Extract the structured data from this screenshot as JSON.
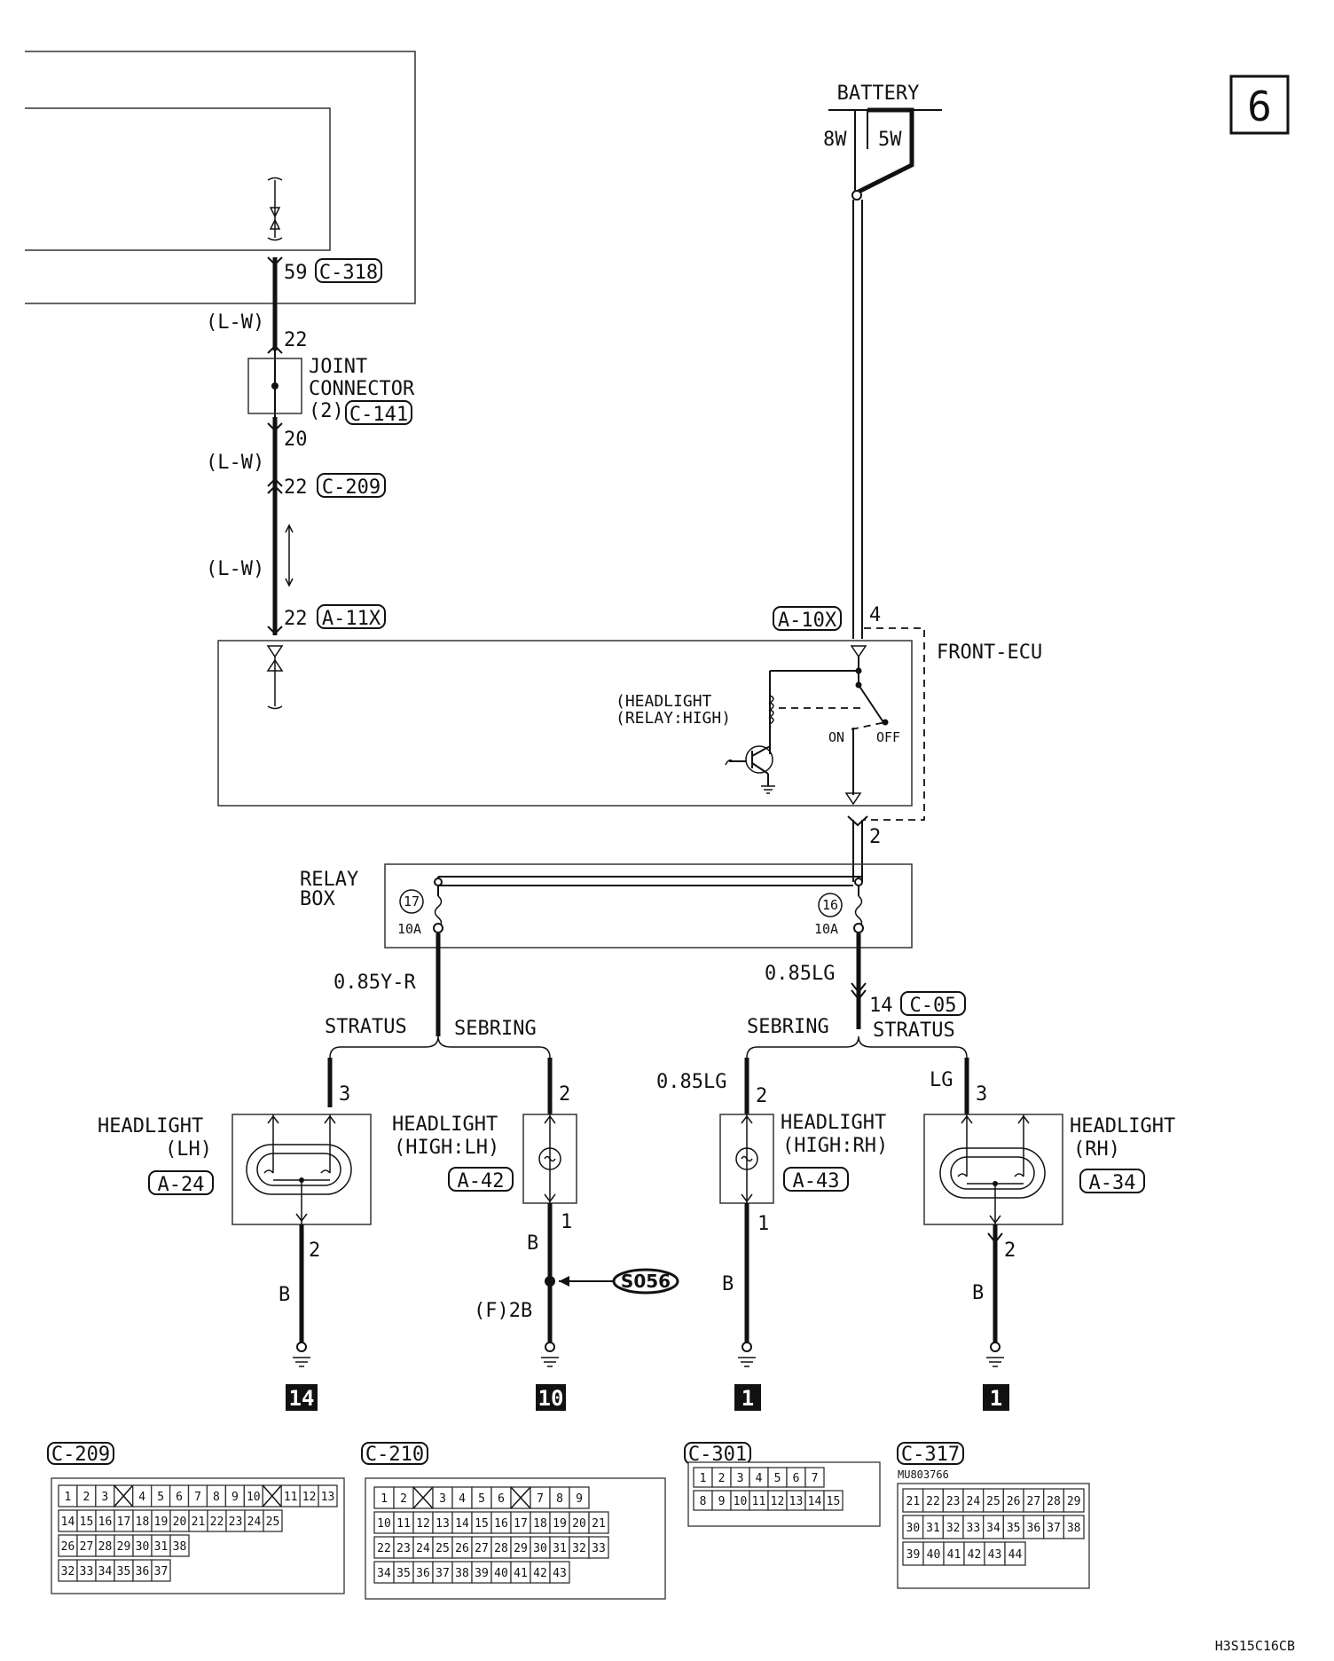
{
  "page_badge": "6",
  "footer_code": "H3S15C16CB",
  "battery": {
    "label": "BATTERY",
    "fuse_a": "8W",
    "fuse_b": "5W"
  },
  "top_block": {
    "pin": "59",
    "connector": "C-318"
  },
  "wire_lw": "(L-W)",
  "joint": {
    "line1": "JOINT",
    "line2": "CONNECTOR",
    "line3": "(2)",
    "connector": "C-141",
    "pin_top": "22",
    "pin_bottom": "20"
  },
  "c209_link": {
    "pin": "22",
    "connector": "C-209"
  },
  "a11x_link": {
    "pin": "22",
    "connector": "A-11X"
  },
  "a10x_link": {
    "connector": "A-10X",
    "pin": "4"
  },
  "front_ecu": {
    "label": "FRONT-ECU",
    "relay_line1": "(HEADLIGHT",
    "relay_line2": "(RELAY:HIGH)",
    "on": "ON",
    "off": "OFF",
    "out_pin": "2"
  },
  "relay_box": {
    "line1": "RELAY",
    "line2": "BOX",
    "fuse_left_no": "17",
    "fuse_left_amp": "10A",
    "fuse_right_no": "16",
    "fuse_right_amp": "10A"
  },
  "wires": {
    "left_main": "0.85Y-R",
    "right_main": "0.85LG",
    "right_branch": "0.85LG",
    "rh_branch": "LG",
    "ground": "B"
  },
  "c05_link": {
    "pin": "14",
    "connector": "C-05"
  },
  "split": {
    "stratus": "STRATUS",
    "sebring": "SEBRING"
  },
  "headlights": [
    {
      "line1": "HEADLIGHT",
      "line2": "(LH)",
      "connector": "A-24",
      "pin_in": "3",
      "pin_out": "2"
    },
    {
      "line1": "HEADLIGHT",
      "line2": "(HIGH:LH)",
      "connector": "A-42",
      "pin_in": "2",
      "pin_out": "1"
    },
    {
      "line1": "HEADLIGHT",
      "line2": "(HIGH:RH)",
      "connector": "A-43",
      "pin_in": "2",
      "pin_out": "1"
    },
    {
      "line1": "HEADLIGHT",
      "line2": "(RH)",
      "connector": "A-34",
      "pin_in": "3",
      "pin_out": "2"
    }
  ],
  "splice": {
    "id": "S056",
    "ground_label": "(F)2B"
  },
  "grounds": [
    "14",
    "10",
    "1",
    "1"
  ],
  "connectors": {
    "c209": {
      "name": "C-209",
      "rows": [
        [
          "1",
          "2",
          "3",
          "",
          "4",
          "5",
          "6",
          "7",
          "8",
          "9",
          "10",
          "",
          "11",
          "12",
          "13"
        ],
        [
          "14",
          "15",
          "16",
          "17",
          "18",
          "19",
          "20",
          "21",
          "22",
          "23",
          "24",
          "25"
        ],
        [
          "26",
          "27",
          "28",
          "29",
          "30",
          "31",
          "38"
        ],
        [
          "32",
          "33",
          "34",
          "35",
          "36",
          "37"
        ]
      ]
    },
    "c210": {
      "name": "C-210",
      "rows": [
        [
          "1",
          "2",
          "",
          "3",
          "4",
          "5",
          "6",
          "",
          "7",
          "8",
          "9"
        ],
        [
          "10",
          "11",
          "12",
          "13",
          "14",
          "15",
          "16",
          "17",
          "18",
          "19",
          "20",
          "21"
        ],
        [
          "22",
          "23",
          "24",
          "25",
          "26",
          "27",
          "28",
          "29",
          "30",
          "31",
          "32",
          "33"
        ],
        [
          "34",
          "35",
          "36",
          "37",
          "38",
          "39",
          "40",
          "41",
          "42",
          "43"
        ]
      ]
    },
    "c301": {
      "name": "C-301",
      "rows": [
        [
          "1",
          "2",
          "3",
          "4",
          "5",
          "6",
          "7"
        ],
        [
          "8",
          "9",
          "10",
          "11",
          "12",
          "13",
          "14",
          "15"
        ]
      ]
    },
    "c317": {
      "name": "C-317",
      "part_no": "MU803766",
      "rows": [
        [
          "21",
          "22",
          "23",
          "24",
          "25",
          "26",
          "27",
          "28",
          "29"
        ],
        [
          "30",
          "31",
          "32",
          "33",
          "34",
          "35",
          "36",
          "37",
          "38"
        ],
        [
          "39",
          "40",
          "41",
          "42",
          "43",
          "44"
        ]
      ]
    }
  }
}
